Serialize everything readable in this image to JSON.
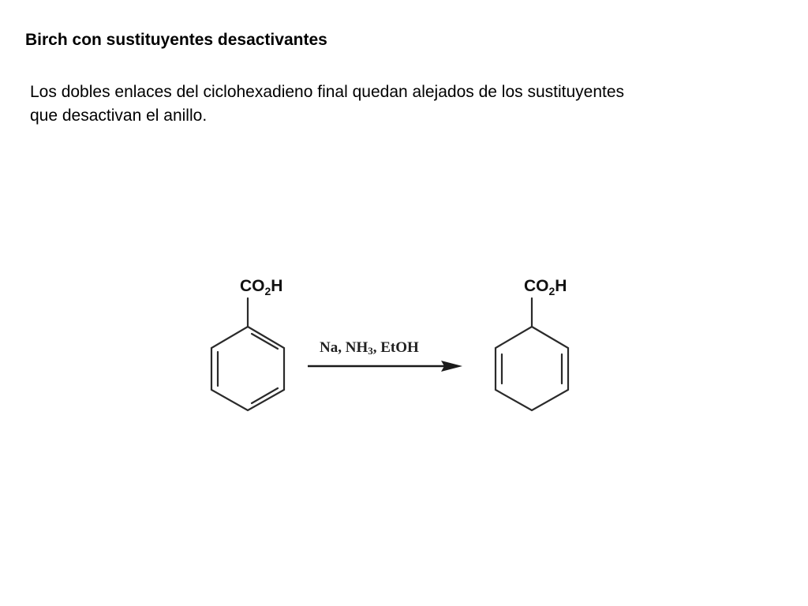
{
  "slide": {
    "title": "Birch con sustituyentes desactivantes",
    "body_lines": [
      "Los dobles enlaces del ciclohexadieno final quedan alejados de los sustituyentes",
      "que desactivan el anillo."
    ]
  },
  "reaction": {
    "reactant": {
      "substituent_main": "CO",
      "substituent_sub": "2",
      "substituent_end": "H"
    },
    "reagents": {
      "part1": "Na, NH",
      "sub": "3",
      "part2": ", EtOH"
    },
    "product": {
      "substituent_main": "CO",
      "substituent_sub": "2",
      "substituent_end": "H"
    }
  }
}
